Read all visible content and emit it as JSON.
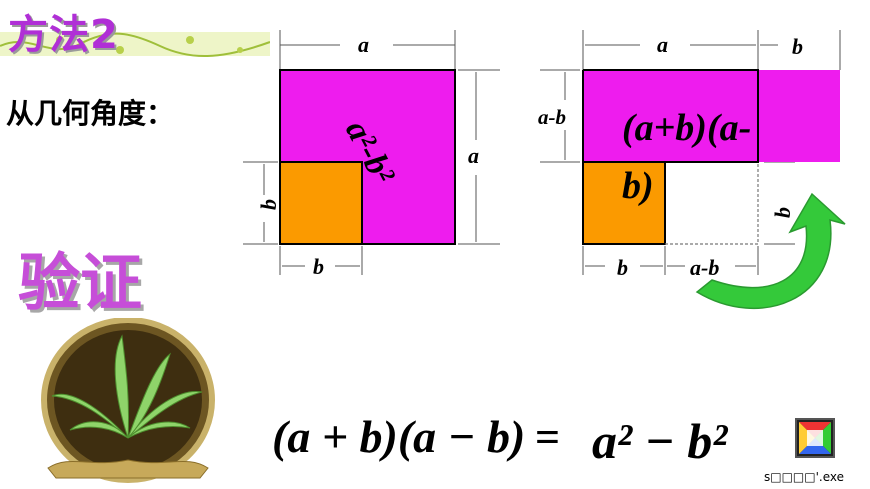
{
  "slide": {
    "title": "方法2",
    "subtitle": "从几何角度：",
    "verify": "验证"
  },
  "diagram_left": {
    "top_label": "a",
    "right_label": "a",
    "bottom_label": "b",
    "side_label": "b",
    "area_text": "a²-b²"
  },
  "diagram_right": {
    "top_label_a": "a",
    "top_label_b": "b",
    "left_label": "a-b",
    "bottom_label_b": "b",
    "bottom_label_amb": "a-b",
    "side_label": "b",
    "area_text_line1": "(a+b)(a-",
    "area_text_line2": "b)"
  },
  "formula": {
    "lhs": "(a + b)(a − b)",
    "equals": "=",
    "rhs": "a² − b²"
  },
  "desktop_icon": {
    "label": "s□□□□'.exe"
  },
  "colors": {
    "magenta": "#ee1cee",
    "orange": "#fb9a00",
    "title_purple": "#b02fd6",
    "arrow_green": "#34c93a"
  }
}
